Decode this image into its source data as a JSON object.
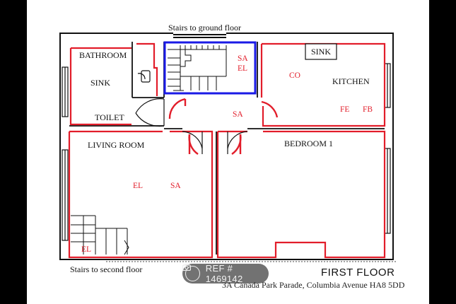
{
  "plan": {
    "stairs_top_label": "Stairs to ground floor",
    "stairs_bottom_label": "Stairs to second floor",
    "floor_title": "FIRST FLOOR",
    "address": "3A Canada Park Parade, Columbia Avenue HA8 5DD",
    "rooms": {
      "bathroom": "BATHROOM",
      "sink_bath": "SINK",
      "toilet": "TOILET",
      "kitchen": "KITCHEN",
      "sink_kitchen": "SINK",
      "living": "LIVING ROOM",
      "bedroom": "BEDROOM 1"
    },
    "codes": {
      "stair_sa": "SA",
      "stair_el": "EL",
      "kitchen_co": "CO",
      "kitchen_fe": "FE",
      "kitchen_fb": "FB",
      "hall_sa": "SA",
      "living_el": "EL",
      "living_sa": "SA",
      "stairs_el": "EL"
    },
    "colors": {
      "red": "#e21d2a",
      "blue": "#1a1ae6",
      "wall": "#111111"
    }
  },
  "watermark": {
    "text": "REF # 1469142",
    "icon": "camera-icon"
  }
}
